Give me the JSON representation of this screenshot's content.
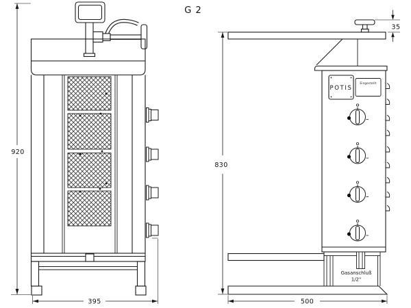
{
  "drawing": {
    "model_label": "G 2",
    "brand_plate": "POTIS",
    "rating_plate": "Eingestellt",
    "gas_connection": {
      "line1": "Gasanschluß",
      "line2": "1/2\""
    },
    "dims": {
      "front_overall_height": "920",
      "front_overall_width": "395",
      "side_body_height": "830",
      "side_overall_depth": "500",
      "valve_handle_height": "35"
    },
    "colors": {
      "line": "#1a1a1a",
      "background": "#ffffff"
    }
  }
}
